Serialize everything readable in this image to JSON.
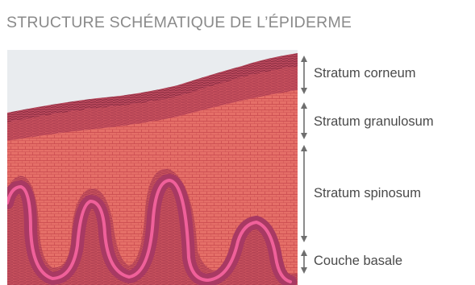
{
  "title": "STRUCTURE SCHÉMATIQUE DE L’ÉPIDERME",
  "layers": [
    {
      "label": "Stratum corneum"
    },
    {
      "label": "Stratum granulosum"
    },
    {
      "label": "Stratum spinosum"
    },
    {
      "label": "Couche basale"
    }
  ],
  "colors": {
    "title": "#8a8a8a",
    "label": "#4a4a4a",
    "arrow": "#6e6e6e",
    "corneum": "#a83b55",
    "granulosum": "#cc5560",
    "spinosum": "#e56f68",
    "basale": "#b93d63",
    "papilla": "#f2e3a3",
    "sky": "#e9ecef"
  }
}
